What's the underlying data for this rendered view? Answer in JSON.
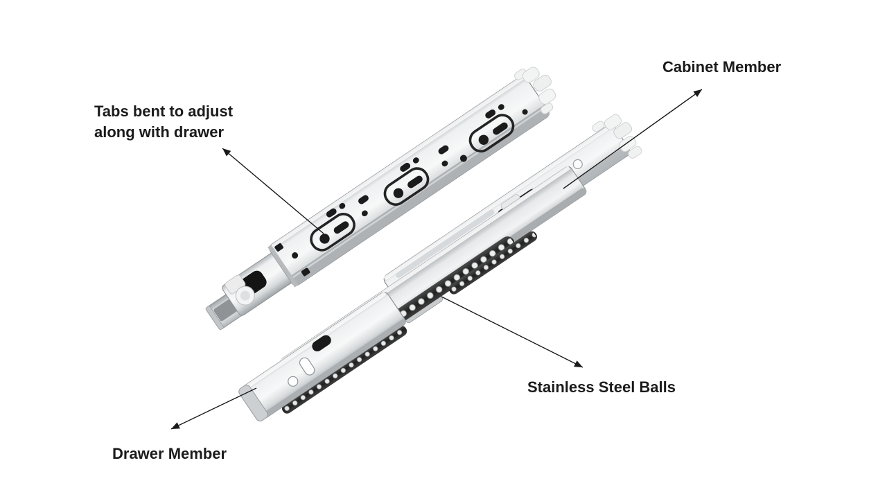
{
  "figure": {
    "annotations": {
      "tabs": {
        "line1": "Tabs bent to adjust",
        "line2": "along with drawer"
      },
      "cabinet_member": {
        "text": "Cabinet Member"
      },
      "stainless_steel_balls": {
        "text": "Stainless Steel Balls"
      },
      "drawer_member": {
        "text": "Drawer Member"
      }
    },
    "colors": {
      "background": "#ffffff",
      "label_text": "#1b1b1b",
      "arrow": "#1a1a1a",
      "metal_highlight": "#f7f8f8",
      "metal_base": "#dcdfe1",
      "metal_shadow": "#9aa0a3",
      "cutout_dark": "#1b1b1b",
      "plastic_cap": "#f0f1f1",
      "ball": "#e9e9e9"
    }
  }
}
